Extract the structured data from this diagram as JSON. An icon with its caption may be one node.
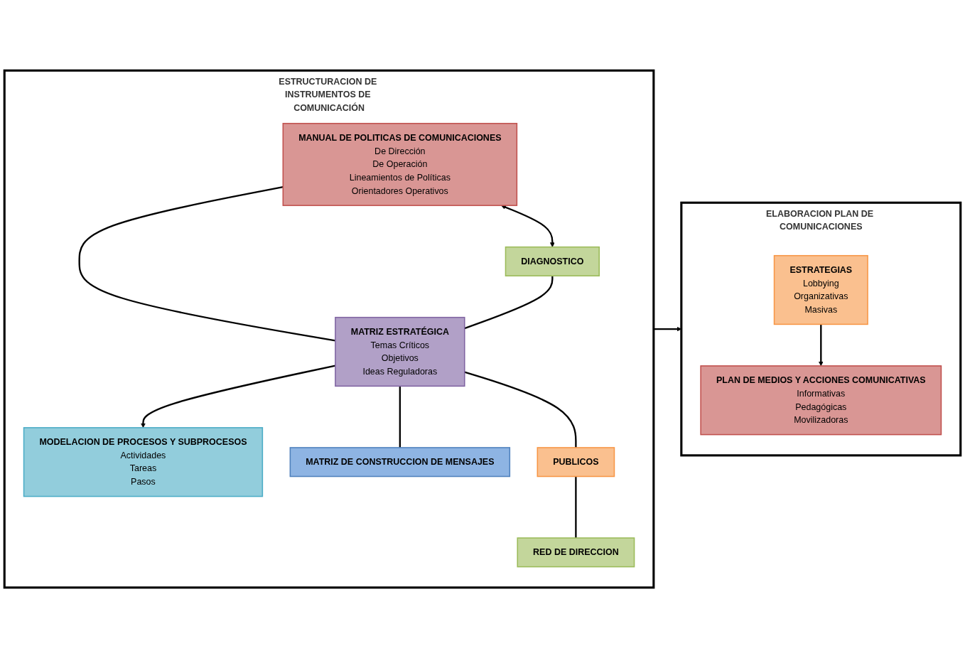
{
  "diagram": {
    "nodes": [
      {
        "text": [
          "ESTRUCTURACION DE INSTRUMENTOS DE COMUNICACIÓN"
        ]
      },
      {
        "text": [
          "MANUAL DE POLITICAS DE COMUNICACIONES",
          "De Dirección",
          "De Operación",
          "Lineamientos de Políticas",
          "Orientadores Operativos"
        ],
        "in": 0
      },
      {
        "text": [
          "DIAGNOSTICO"
        ],
        "in": 0
      },
      {
        "text": [
          "MATRIZ ESTRATÉGICA",
          "Temas Críticos",
          "Objetivos",
          "Ideas Reguladoras"
        ],
        "in": 0
      },
      {
        "text": [
          "MODELACION DE PROCESOS Y SUBPROCESOS",
          "Actividades",
          "Tareas",
          "Pasos"
        ],
        "in": 0
      },
      {
        "text": [
          "MATRIZ DE CONSTRUCCION DE MENSAJES"
        ],
        "in": 0
      },
      {
        "text": [
          "PUBLICOS"
        ],
        "in": 0
      },
      {
        "text": [
          "RED DE DIRECCION"
        ],
        "in": 0
      },
      {
        "text": [
          "ELABORACION PLAN DE COMUNICACIONES"
        ]
      },
      {
        "text": [
          "ESTRATEGIAS",
          "Lobbying",
          "Organizativas",
          "Masivas"
        ],
        "in": 8
      },
      {
        "text": [
          "PLAN DE MEDIOS Y ACCIONES COMUNICATIVAS",
          "Informativas",
          "Pedagógicas",
          "Movilizadoras"
        ],
        "in": 8
      }
    ],
    "edges": [
      {
        "from": 1,
        "to": 2,
        "arrow": "both"
      },
      {
        "from": 1,
        "to": 3,
        "arrow": "none"
      },
      {
        "from": 2,
        "to": 3,
        "arrow": "none"
      },
      {
        "from": 3,
        "to": 4,
        "arrow": "to"
      },
      {
        "from": 3,
        "to": 5,
        "arrow": "none"
      },
      {
        "from": 3,
        "to": 6,
        "arrow": "none"
      },
      {
        "from": 6,
        "to": 7,
        "arrow": "none"
      },
      {
        "from": 0,
        "to": 8,
        "arrow": "to"
      },
      {
        "from": 9,
        "to": 10,
        "arrow": "to"
      }
    ]
  }
}
